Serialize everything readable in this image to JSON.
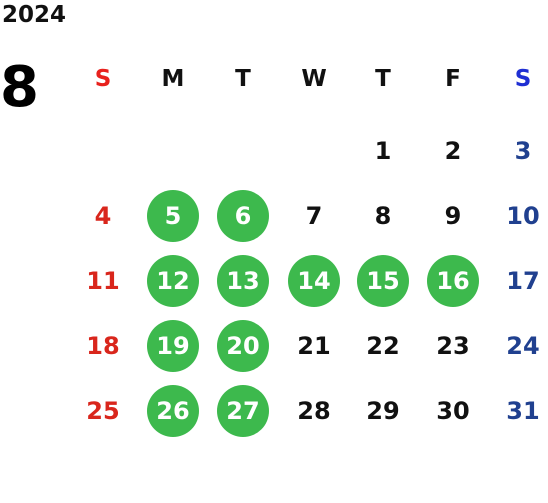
{
  "calendar": {
    "year": "2024",
    "month": "8",
    "weekdays": [
      "S",
      "M",
      "T",
      "W",
      "T",
      "F",
      "S"
    ],
    "weeks": [
      [
        "",
        "",
        "",
        "",
        "1",
        "2",
        "3"
      ],
      [
        "4",
        "5",
        "6",
        "7",
        "8",
        "9",
        "10"
      ],
      [
        "11",
        "12",
        "13",
        "14",
        "15",
        "16",
        "17"
      ],
      [
        "18",
        "19",
        "20",
        "21",
        "22",
        "23",
        "24"
      ],
      [
        "25",
        "26",
        "27",
        "28",
        "29",
        "30",
        "31"
      ]
    ],
    "highlighted_days": [
      "5",
      "6",
      "12",
      "13",
      "14",
      "15",
      "16",
      "19",
      "20",
      "26",
      "27"
    ]
  },
  "colors": {
    "sunday_header": "#e8211d",
    "saturday_header": "#1f2fd3",
    "sunday_day": "#d9261c",
    "saturday_day": "#20408f",
    "weekday": "#111111",
    "highlight": "#3db94d"
  }
}
